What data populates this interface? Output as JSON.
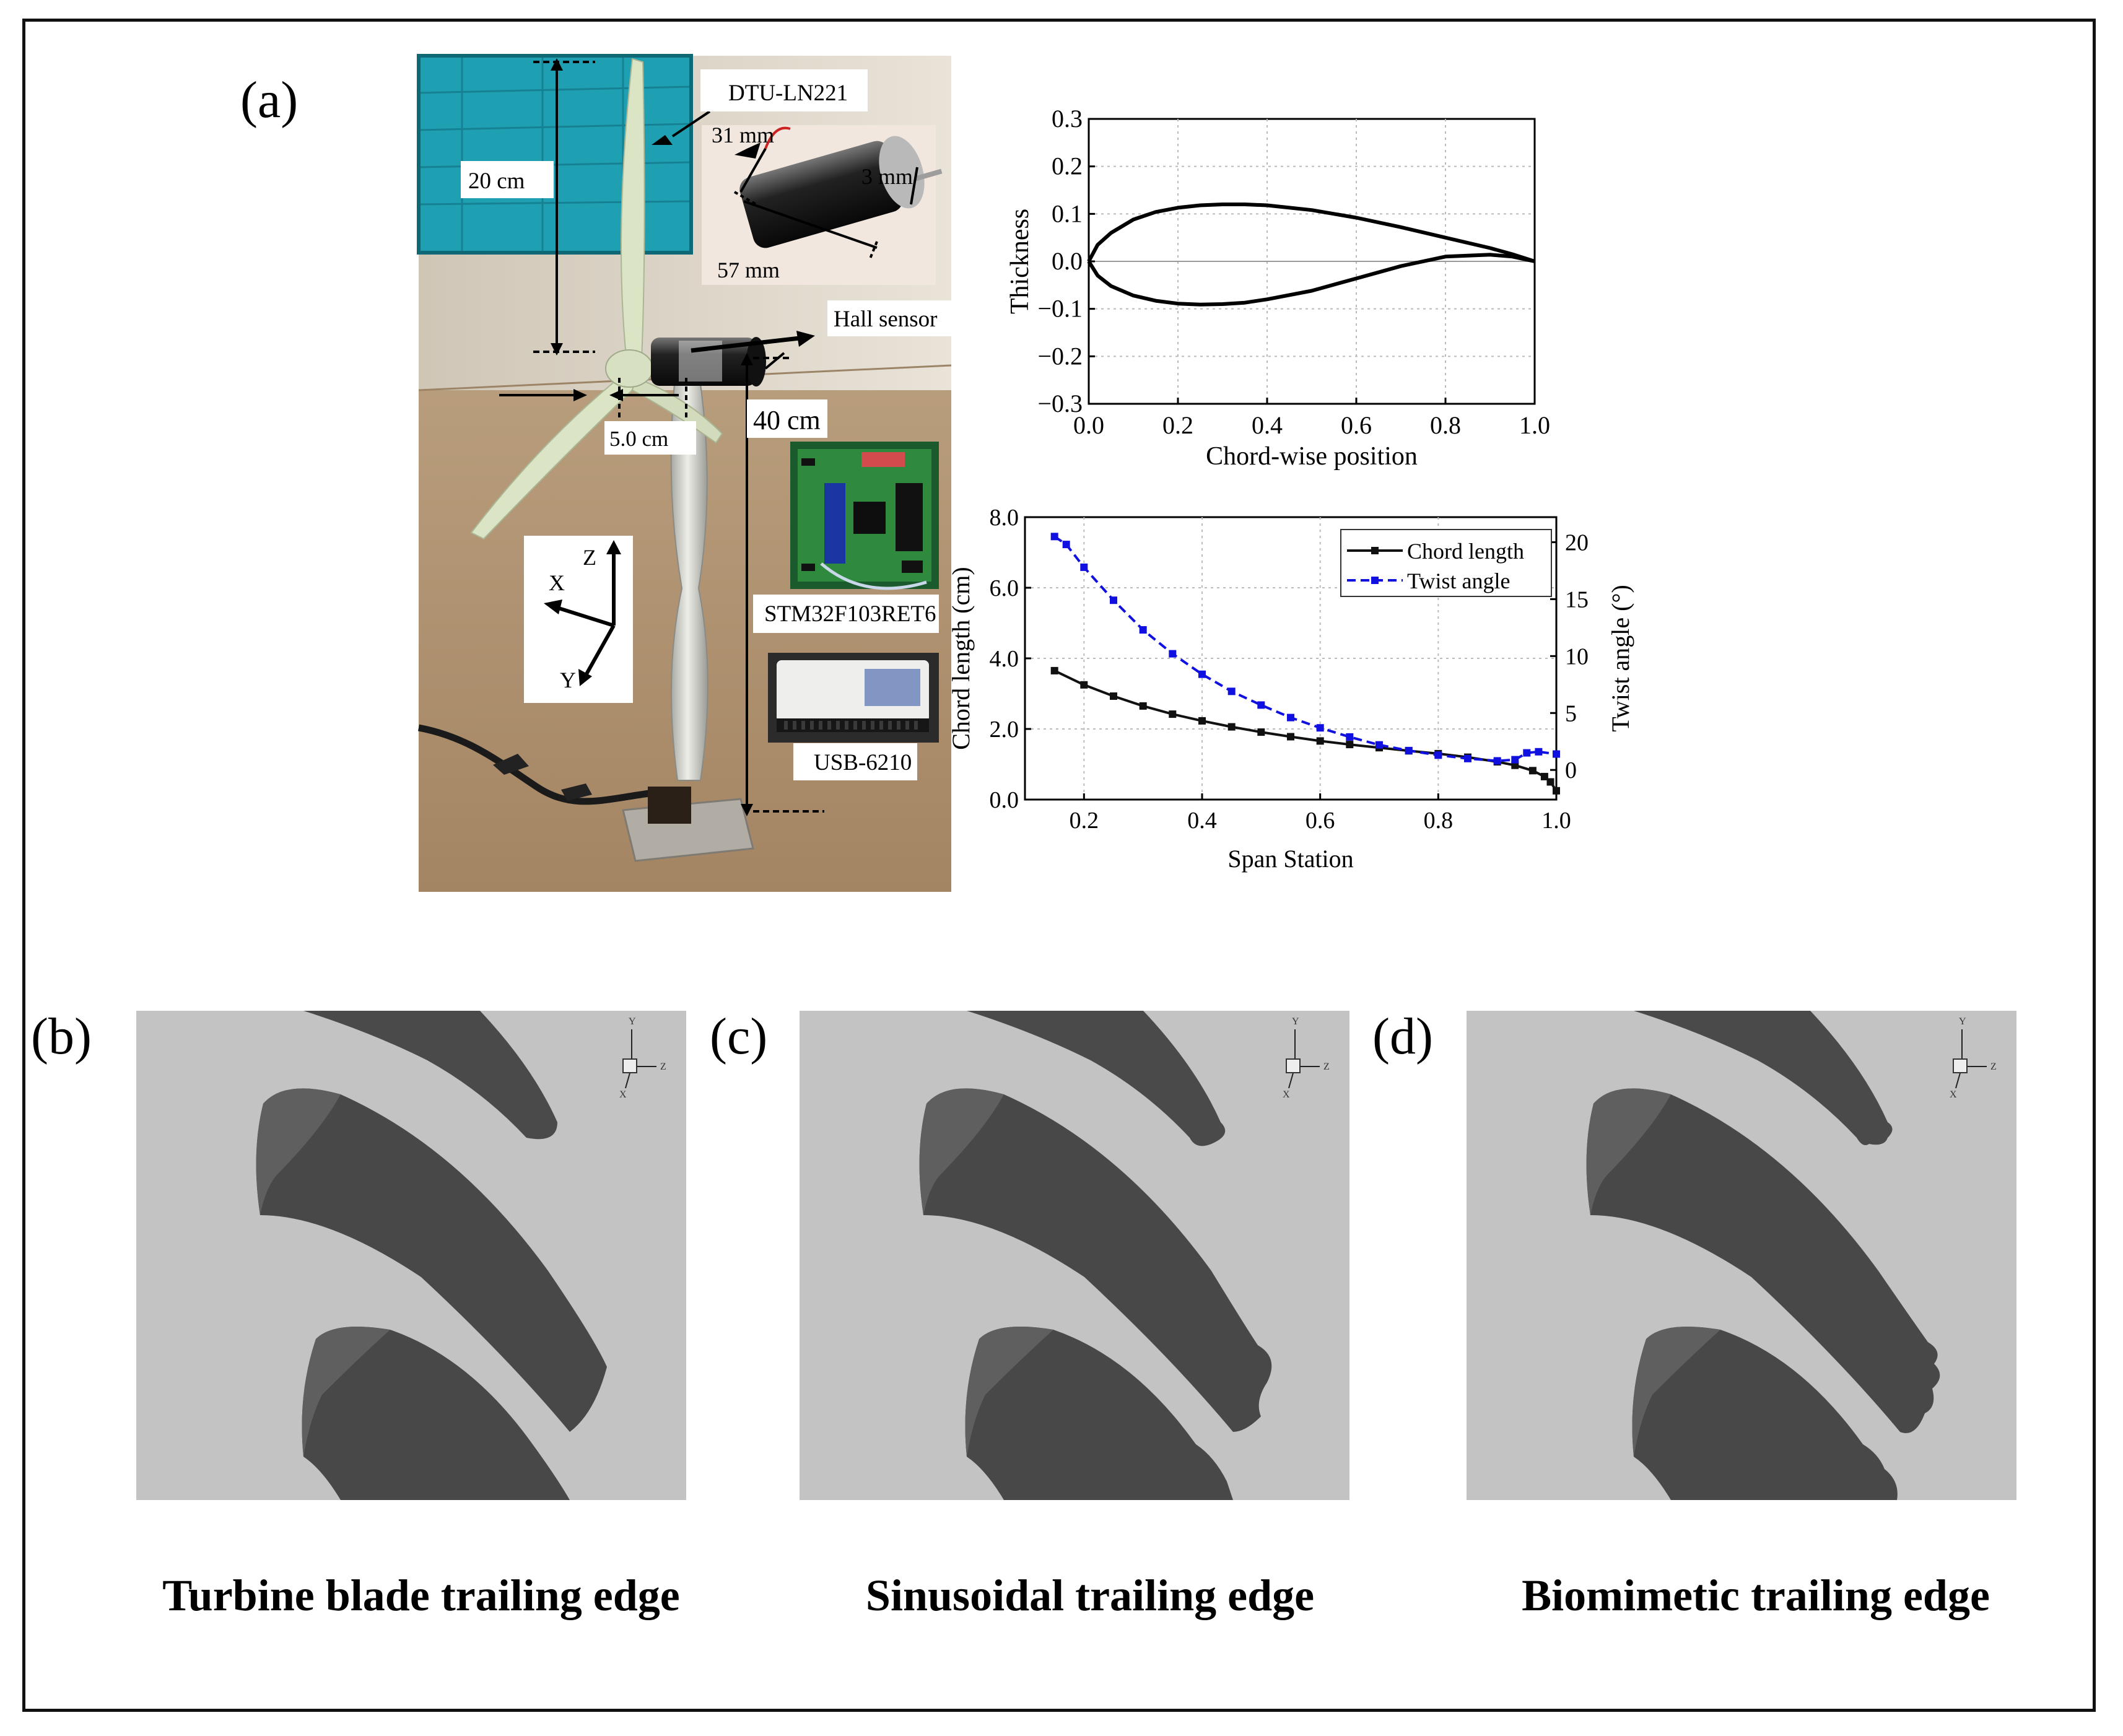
{
  "panel_labels": {
    "a": "(a)",
    "b": "(b)",
    "c": "(c)",
    "d": "(d)"
  },
  "photo_labels": {
    "blade_model": "DTU-LN221",
    "blade_length": "20 cm",
    "motor_diameter": "31 mm",
    "shaft_diameter": "3 mm",
    "motor_length": "57 mm",
    "hall_sensor": "Hall sensor",
    "hub_width": "5.0 cm",
    "tower_height": "40 cm",
    "controller_board": "STM32F103RET6",
    "daq_device": "USB-6210",
    "axis_x": "X",
    "axis_y": "Y",
    "axis_z": "Z"
  },
  "colors": {
    "chord_series": "#111111",
    "twist_series": "#1010e0",
    "render_bg": "#c3c3c3",
    "blade": "#4a4a4a"
  },
  "chart_data": [
    {
      "type": "line",
      "xlabel": "Chord-wise position",
      "ylabel": "Thickness",
      "xlim": [
        0.0,
        1.0
      ],
      "ylim": [
        -0.3,
        0.3
      ],
      "xticks": [
        "0.0",
        "0.2",
        "0.4",
        "0.6",
        "0.8",
        "1.0"
      ],
      "yticks": [
        "0.3",
        "0.2",
        "0.1",
        "0.0",
        "−0.1",
        "−0.2",
        "−0.3"
      ],
      "grid": true,
      "series": [
        {
          "x": [
            0.0,
            0.02,
            0.05,
            0.1,
            0.15,
            0.2,
            0.25,
            0.3,
            0.35,
            0.4,
            0.5,
            0.6,
            0.7,
            0.8,
            0.9,
            0.95,
            1.0
          ],
          "y": [
            0.0,
            0.035,
            0.06,
            0.088,
            0.104,
            0.113,
            0.118,
            0.12,
            0.12,
            0.118,
            0.108,
            0.092,
            0.072,
            0.05,
            0.028,
            0.015,
            0.0
          ]
        },
        {
          "x": [
            0.0,
            0.02,
            0.05,
            0.1,
            0.15,
            0.2,
            0.25,
            0.3,
            0.35,
            0.4,
            0.5,
            0.6,
            0.7,
            0.8,
            0.9,
            0.95,
            1.0
          ],
          "y": [
            0.0,
            -0.03,
            -0.052,
            -0.072,
            -0.083,
            -0.089,
            -0.091,
            -0.09,
            -0.087,
            -0.08,
            -0.062,
            -0.036,
            -0.01,
            0.01,
            0.014,
            0.01,
            0.0
          ]
        }
      ]
    },
    {
      "type": "line",
      "xlabel": "Span Station",
      "ylabel": "Chord length (cm)",
      "y2label": "Twist angle (°)",
      "xlim": [
        0.1,
        1.0
      ],
      "ylim": [
        0.0,
        8.0
      ],
      "y2lim": [
        -2.6,
        22.2
      ],
      "xticks": [
        "0.2",
        "0.4",
        "0.6",
        "0.8",
        "1.0"
      ],
      "yticks": [
        "8.0",
        "6.0",
        "4.0",
        "2.0",
        "0.0"
      ],
      "y2ticks": [
        "20",
        "15",
        "10",
        "5",
        "0"
      ],
      "grid": true,
      "legend": "top-right",
      "series": [
        {
          "name": "Chord length",
          "axis": "left",
          "x": [
            0.15,
            0.2,
            0.25,
            0.3,
            0.35,
            0.4,
            0.45,
            0.5,
            0.55,
            0.6,
            0.65,
            0.7,
            0.75,
            0.8,
            0.85,
            0.9,
            0.93,
            0.96,
            0.98,
            0.99,
            1.0
          ],
          "y": [
            3.65,
            3.25,
            2.93,
            2.65,
            2.42,
            2.23,
            2.06,
            1.91,
            1.78,
            1.66,
            1.56,
            1.47,
            1.38,
            1.3,
            1.2,
            1.07,
            0.97,
            0.82,
            0.65,
            0.5,
            0.25
          ]
        },
        {
          "name": "Twist angle",
          "axis": "right",
          "x": [
            0.15,
            0.17,
            0.2,
            0.25,
            0.3,
            0.35,
            0.4,
            0.45,
            0.5,
            0.55,
            0.6,
            0.65,
            0.7,
            0.75,
            0.8,
            0.85,
            0.9,
            0.93,
            0.95,
            0.97,
            1.0
          ],
          "y": [
            20.5,
            19.8,
            17.8,
            14.9,
            12.3,
            10.2,
            8.4,
            6.9,
            5.7,
            4.6,
            3.7,
            2.9,
            2.2,
            1.7,
            1.3,
            1.0,
            0.8,
            0.9,
            1.5,
            1.6,
            1.4
          ]
        }
      ]
    }
  ],
  "renders": [
    {
      "caption": "Turbine blade trailing edge",
      "edge": "straight"
    },
    {
      "caption": "Sinusoidal trailing edge",
      "edge": "sinusoidal"
    },
    {
      "caption": "Biomimetic trailing edge",
      "edge": "biomimetic"
    }
  ],
  "triad_labels": {
    "x": "X",
    "y": "Y",
    "z": "Z"
  }
}
